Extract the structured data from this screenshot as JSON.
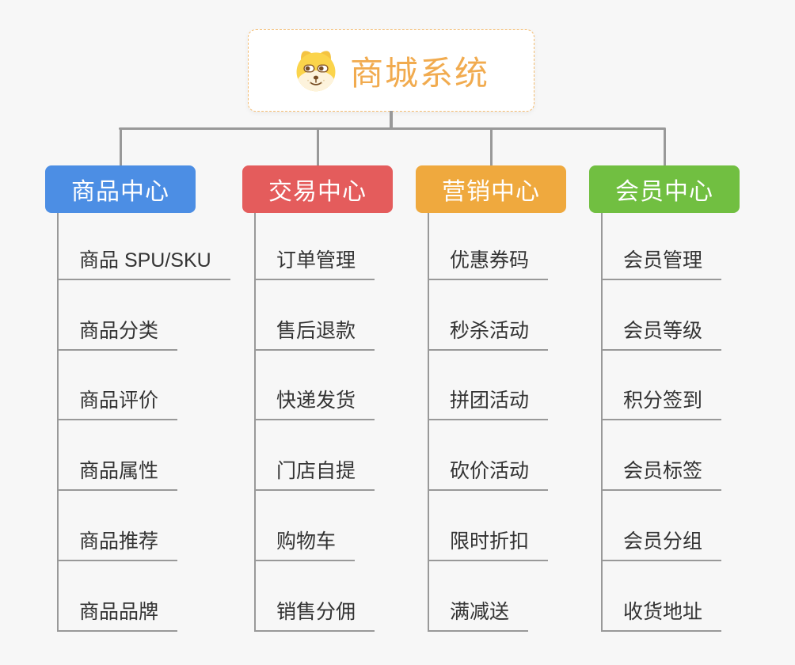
{
  "root": {
    "title": "商城系统",
    "icon": "dog-face-icon"
  },
  "palette": {
    "background": "#F7F7F7",
    "root_accent": "#F1AB4F",
    "root_border": "#F5BE74",
    "connector": "#999999",
    "item_text": "#333333",
    "branch_blue": "#4C8EE4",
    "branch_red": "#E45C5C",
    "branch_orange": "#EFA93E",
    "branch_green": "#71BF41"
  },
  "branches": [
    {
      "label": "商品中心",
      "color": "#4C8EE4",
      "items": [
        "商品 SPU/SKU",
        "商品分类",
        "商品评价",
        "商品属性",
        "商品推荐",
        "商品品牌"
      ]
    },
    {
      "label": "交易中心",
      "color": "#E45C5C",
      "items": [
        "订单管理",
        "售后退款",
        "快递发货",
        "门店自提",
        "购物车",
        "销售分佣"
      ]
    },
    {
      "label": "营销中心",
      "color": "#EFA93E",
      "items": [
        "优惠券码",
        "秒杀活动",
        "拼团活动",
        "砍价活动",
        "限时折扣",
        "满减送"
      ]
    },
    {
      "label": "会员中心",
      "color": "#71BF41",
      "items": [
        "会员管理",
        "会员等级",
        "积分签到",
        "会员标签",
        "会员分组",
        "收货地址"
      ]
    }
  ]
}
